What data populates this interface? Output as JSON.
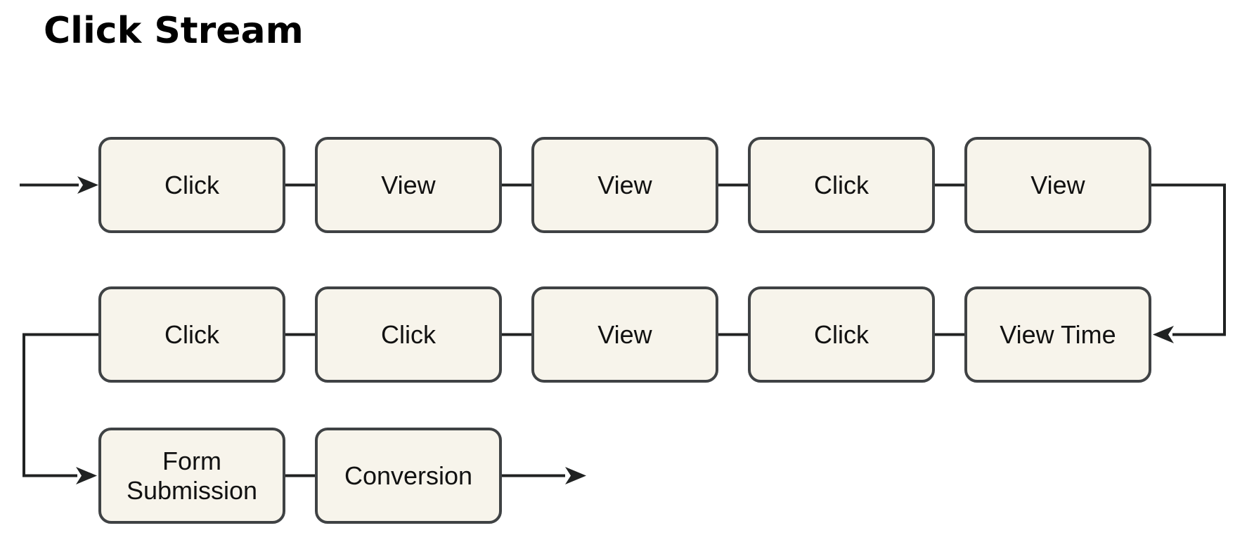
{
  "title": "Click Stream",
  "diagram": {
    "type": "flowchart",
    "description": "Click stream event sequence; row 1 flows left-to-right, wraps down on the right into row 2 flowing right-to-left, wraps down on the left into row 3 flowing left-to-right, then exits.",
    "flow_order": [
      "Click",
      "View",
      "View",
      "Click",
      "View",
      "View Time",
      "Click",
      "View",
      "Click",
      "Click",
      "Form Submission",
      "Conversion"
    ],
    "nodes": [
      {
        "id": "click-1",
        "row": 1,
        "col": 1,
        "label": "Click"
      },
      {
        "id": "view-1",
        "row": 1,
        "col": 2,
        "label": "View"
      },
      {
        "id": "view-2",
        "row": 1,
        "col": 3,
        "label": "View"
      },
      {
        "id": "click-2",
        "row": 1,
        "col": 4,
        "label": "Click"
      },
      {
        "id": "view-3",
        "row": 1,
        "col": 5,
        "label": "View"
      },
      {
        "id": "click-3",
        "row": 2,
        "col": 1,
        "label": "Click"
      },
      {
        "id": "click-4",
        "row": 2,
        "col": 2,
        "label": "Click"
      },
      {
        "id": "view-4",
        "row": 2,
        "col": 3,
        "label": "View"
      },
      {
        "id": "click-5",
        "row": 2,
        "col": 4,
        "label": "Click"
      },
      {
        "id": "view-time",
        "row": 2,
        "col": 5,
        "label": "View Time"
      },
      {
        "id": "form-submission",
        "row": 3,
        "col": 1,
        "label": "Form Submission"
      },
      {
        "id": "conversion",
        "row": 3,
        "col": 2,
        "label": "Conversion"
      }
    ],
    "colors": {
      "background": "#ffffff",
      "node_fill": "#f7f4eb",
      "node_border": "#3f4244",
      "connector": "#202222",
      "text": "#111111"
    }
  }
}
